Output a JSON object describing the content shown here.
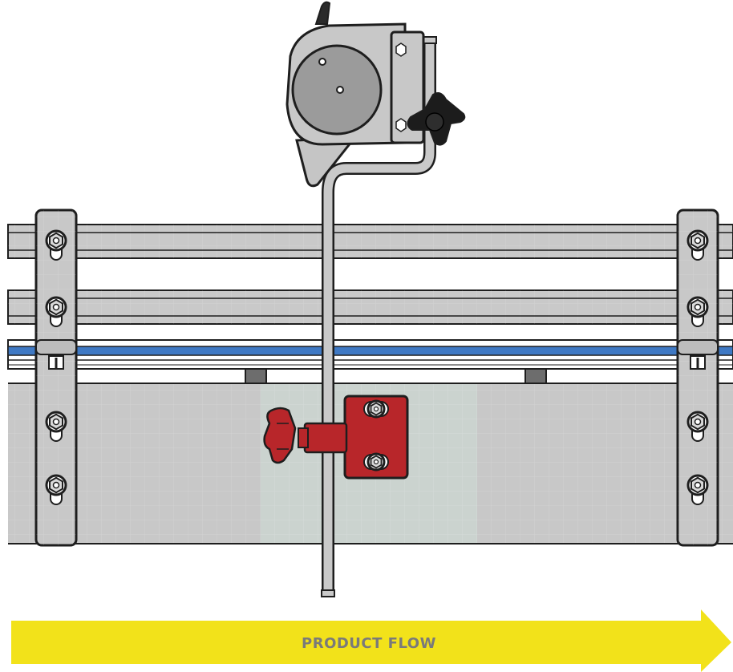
{
  "diagram": {
    "flow_label": "PRODUCT FLOW",
    "colors": {
      "background": "#ffffff",
      "rail": "#c9c9c9",
      "outline": "#1e1e1e",
      "belt": "#3f79c4",
      "panel": "#c8c8c8",
      "clamp_red": "#b8262a",
      "arrow_yellow": "#f2e21a",
      "label_gray": "#7a7a7a",
      "knob_black": "#1c1c1c"
    },
    "components": [
      {
        "name": "guide-rail",
        "count": 2
      },
      {
        "name": "conveyor-belt"
      },
      {
        "name": "side-bracket",
        "count": 2
      },
      {
        "name": "roller-dispenser-head"
      },
      {
        "name": "bent-mounting-rod"
      },
      {
        "name": "red-clamp-assembly"
      },
      {
        "name": "product-flow-arrow"
      }
    ]
  }
}
